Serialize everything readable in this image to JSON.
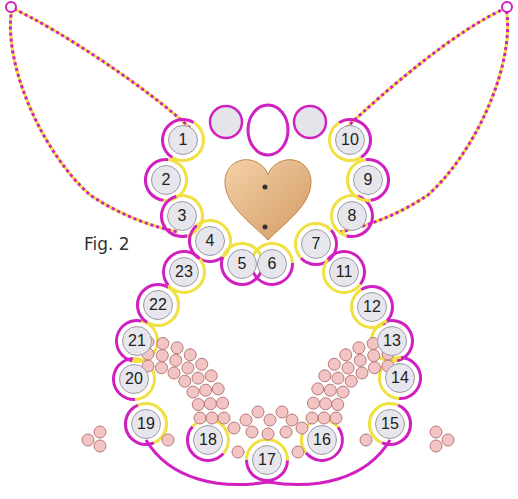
{
  "diagram": {
    "nodes": [
      {
        "text": [
          "1"
        ]
      },
      {
        "text": [
          "2"
        ]
      },
      {
        "text": [
          "3"
        ]
      },
      {
        "text": [
          "4"
        ]
      },
      {
        "text": [
          "5"
        ]
      },
      {
        "text": [
          "6"
        ]
      },
      {
        "text": [
          "7"
        ]
      },
      {
        "text": [
          "8"
        ]
      },
      {
        "text": [
          "9"
        ]
      },
      {
        "text": [
          "10"
        ]
      },
      {
        "text": [
          "11"
        ]
      },
      {
        "text": [
          "12"
        ]
      },
      {
        "text": [
          "13"
        ]
      },
      {
        "text": [
          "14"
        ]
      },
      {
        "text": [
          "15"
        ]
      },
      {
        "text": [
          "16"
        ]
      },
      {
        "text": [
          "17"
        ]
      },
      {
        "text": [
          "18"
        ]
      },
      {
        "text": [
          "19"
        ]
      },
      {
        "text": [
          "20"
        ]
      },
      {
        "text": [
          "21"
        ]
      },
      {
        "text": [
          "22"
        ]
      },
      {
        "text": [
          "23"
        ]
      }
    ],
    "labels": [
      "Fig. 2"
    ]
  }
}
